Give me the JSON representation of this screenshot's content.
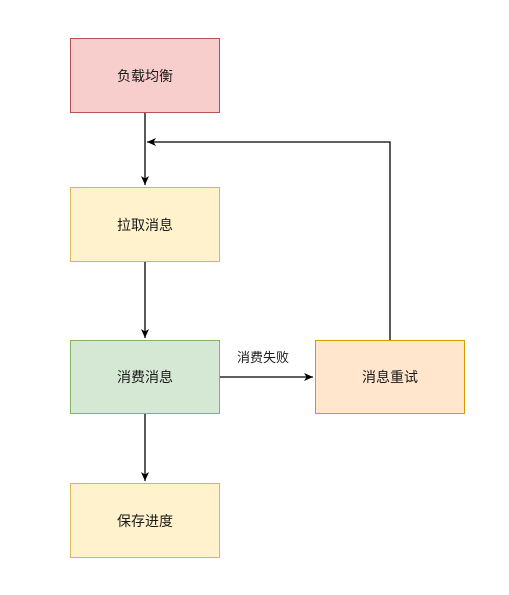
{
  "nodes": {
    "load_balance": {
      "label": "负载均衡",
      "fill": "#f8cecc",
      "stroke": "#b85450"
    },
    "pull_message": {
      "label": "拉取消息",
      "fill": "#fff2cc",
      "stroke": "#d6b656"
    },
    "consume_message": {
      "label": "消费消息",
      "fill": "#d5e8d4",
      "stroke": "#82b366"
    },
    "save_progress": {
      "label": "保存进度",
      "fill": "#fff2cc",
      "stroke": "#d6b656"
    },
    "retry_message": {
      "label": "消息重试",
      "fill": "#ffe6cc",
      "stroke": "#d79b00"
    }
  },
  "edges": {
    "consume_fail_label": "消费失败",
    "color": "#000000"
  }
}
